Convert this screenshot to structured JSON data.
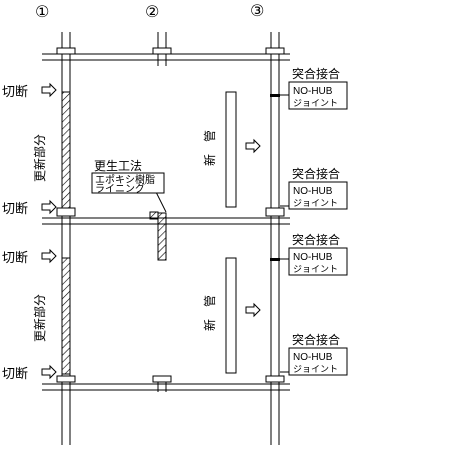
{
  "columns": [
    "①",
    "②",
    "③"
  ],
  "cut_label": "切断",
  "renewal_label": "更新部分",
  "new_pipe_label": "新　管",
  "joint": {
    "title": "突合接合",
    "line1": "NO-HUB",
    "line2": "ジョイント"
  },
  "method": {
    "title": "更生工法",
    "line1": "エポキシ樹脂",
    "line2": "ライニング"
  }
}
